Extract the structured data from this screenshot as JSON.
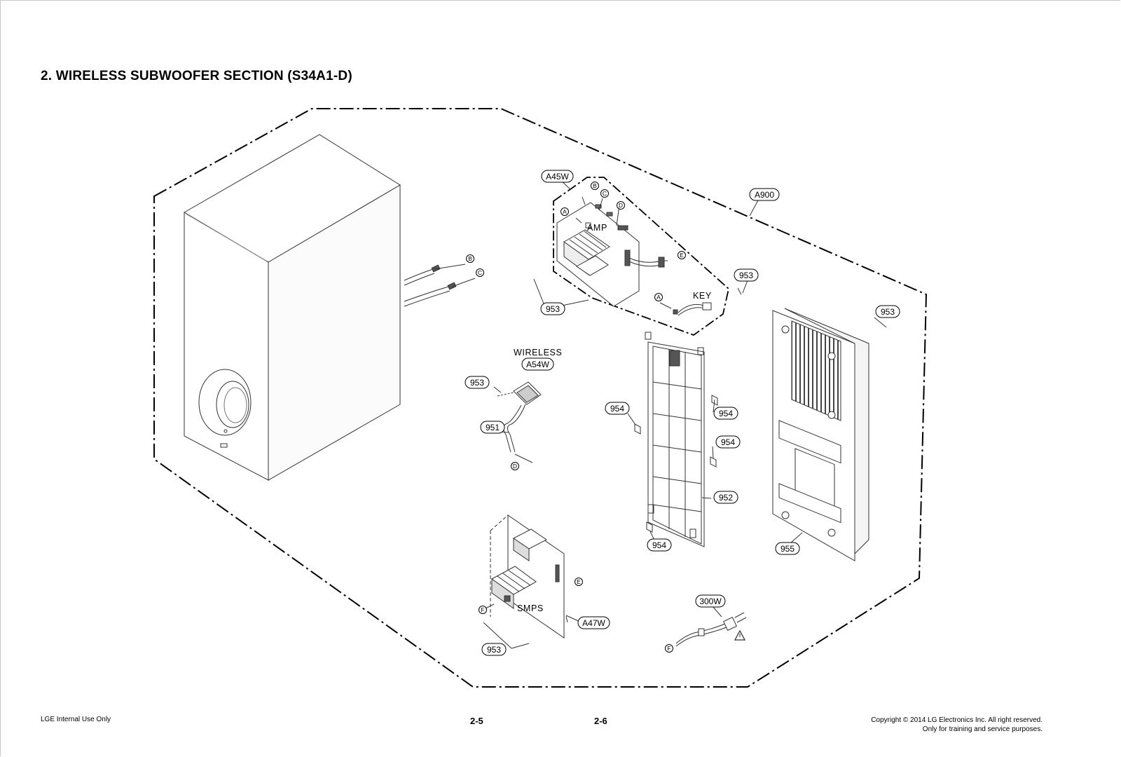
{
  "title": "2. WIRELESS SUBWOOFER SECTION (S34A1-D)",
  "footer": {
    "left": "LGE Internal Use Only",
    "page_left": "2-5",
    "page_right": "2-6",
    "copyright_line1": "Copyright © 2014 LG Electronics Inc. All right reserved.",
    "copyright_line2": "Only for training and service purposes."
  },
  "labels": {
    "amp": "AMP",
    "key": "KEY",
    "wireless": "WIRELESS",
    "smps": "SMPS"
  },
  "callouts": {
    "a45w": "A45W",
    "a900": "A900",
    "a54w": "A54W",
    "a47w": "A47W",
    "w300": "300W",
    "p953": "953",
    "p954": "954",
    "p951": "951",
    "p952": "952",
    "p955": "955"
  },
  "connectors": {
    "a": "A",
    "b": "B",
    "c": "C",
    "d": "D",
    "e": "E",
    "f": "F"
  }
}
